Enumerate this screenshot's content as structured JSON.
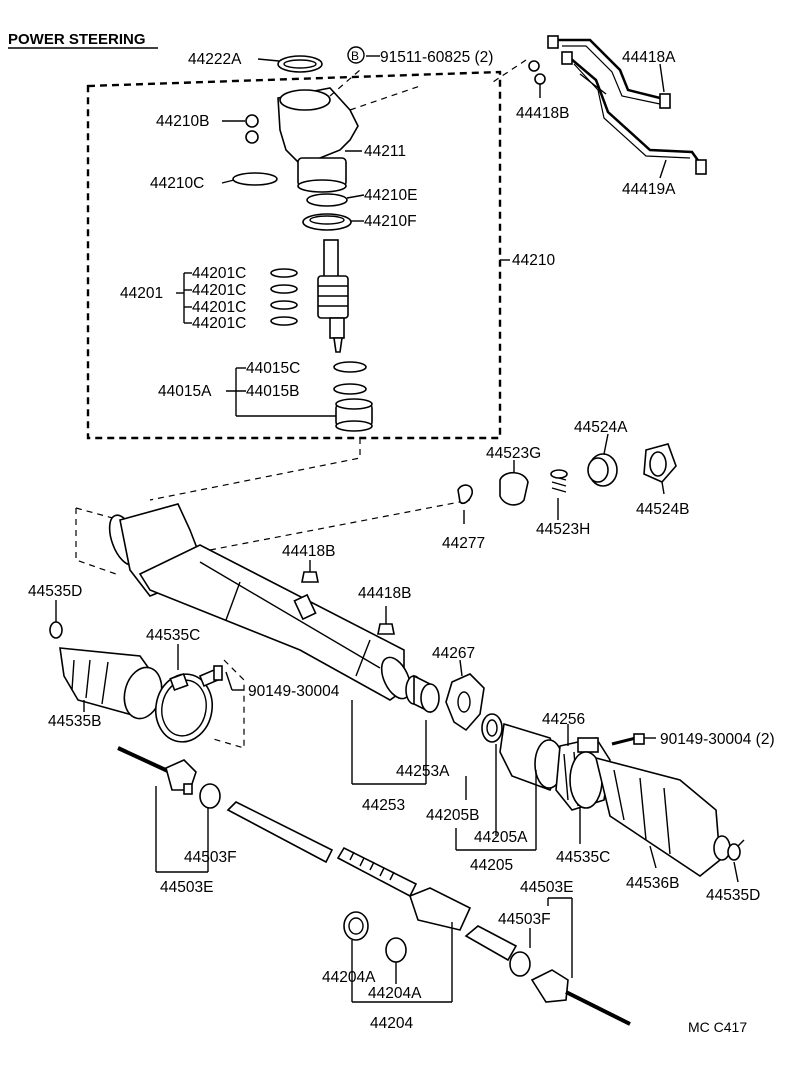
{
  "title": "POWER STEERING",
  "footer_code": "MC C417",
  "bolt_marker": "B",
  "labels": {
    "p44222A": "44222A",
    "p91511": "91511-60825 (2)",
    "p44418A": "44418A",
    "p44418B_top": "44418B",
    "p44419A": "44419A",
    "p44210B": "44210B",
    "p44211": "44211",
    "p44210C": "44210C",
    "p44210E": "44210E",
    "p44210F": "44210F",
    "p44210": "44210",
    "p44201": "44201",
    "p44201C_1": "44201C",
    "p44201C_2": "44201C",
    "p44201C_3": "44201C",
    "p44201C_4": "44201C",
    "p44015C": "44015C",
    "p44015A": "44015A",
    "p44015B": "44015B",
    "p44524A": "44524A",
    "p44523G": "44523G",
    "p44524B": "44524B",
    "p44523H": "44523H",
    "p44277": "44277",
    "p44418B_mid1": "44418B",
    "p44418B_mid2": "44418B",
    "p44535D_left": "44535D",
    "p44535C_left": "44535C",
    "p90149_left": "90149-30004",
    "p44535B": "44535B",
    "p44267": "44267",
    "p44256": "44256",
    "p90149_right": "90149-30004 (2)",
    "p44253A": "44253A",
    "p44253": "44253",
    "p44205B": "44205B",
    "p44205A": "44205A",
    "p44205": "44205",
    "p44535C_right": "44535C",
    "p44536B": "44536B",
    "p44535D_right": "44535D",
    "p44503F_left": "44503F",
    "p44503E_left": "44503E",
    "p44503E_right": "44503E",
    "p44503F_right": "44503F",
    "p44204A_1": "44204A",
    "p44204A_2": "44204A",
    "p44204": "44204"
  }
}
